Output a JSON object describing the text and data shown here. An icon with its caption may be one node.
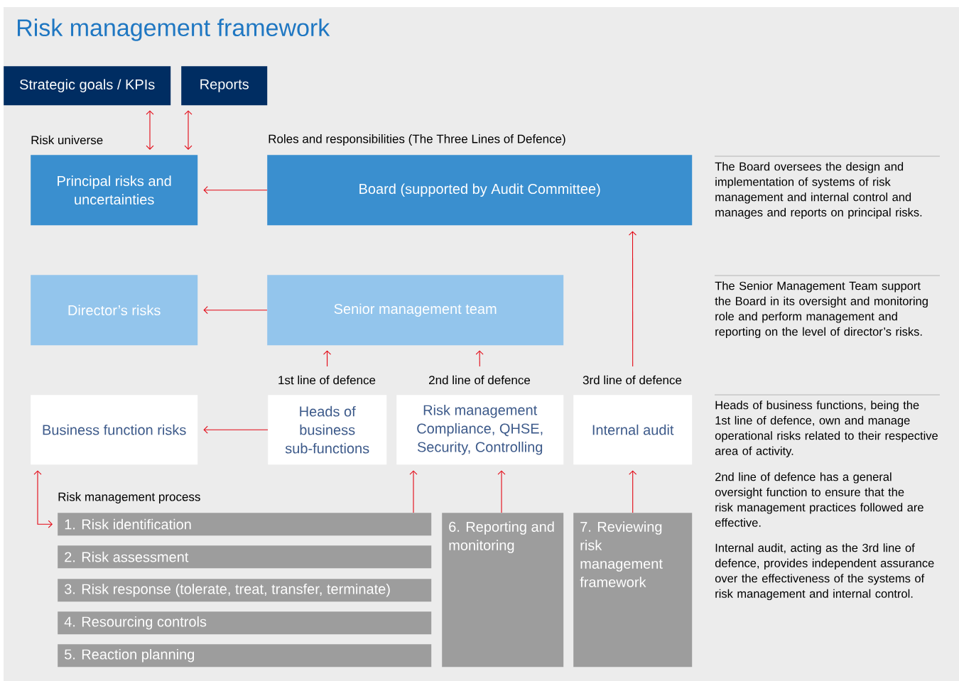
{
  "diagram": {
    "title": "Risk management framework",
    "nodes": [
      {
        "text": [
          "Strategic goals / KPIs"
        ]
      },
      {
        "text": [
          "Reports"
        ]
      },
      {
        "text": [
          "Principal risks and uncertainties"
        ],
        "beside": [
          "Risk universe"
        ]
      },
      {
        "text": [
          "Board (supported by Audit Committee)"
        ],
        "beside": [
          "Roles and responsibilities (The Three Lines of Defence)"
        ]
      },
      {
        "text": [
          "Director’s risks"
        ]
      },
      {
        "text": [
          "Senior management team"
        ]
      },
      {
        "text": [
          "Business function risks"
        ]
      },
      {
        "text": [
          "Heads of business sub-functions"
        ],
        "beside": [
          "1st line of defence"
        ]
      },
      {
        "text": [
          "Risk management Compliance, QHSE, Security, Controlling"
        ],
        "beside": [
          "2nd line of defence"
        ]
      },
      {
        "text": [
          "Internal audit"
        ],
        "beside": [
          "3rd line of defence"
        ]
      },
      {
        "text": [
          "1. Risk identification"
        ],
        "beside": [
          "Risk management process"
        ]
      },
      {
        "text": [
          "2. Risk assessment"
        ]
      },
      {
        "text": [
          "3. Risk response (tolerate, treat, transfer, terminate)"
        ]
      },
      {
        "text": [
          "4. Resourcing controls"
        ]
      },
      {
        "text": [
          "5. Reaction planning"
        ]
      },
      {
        "text": [
          "6. Reporting and monitoring"
        ]
      },
      {
        "text": [
          "7. Reviewing risk management framework"
        ]
      }
    ],
    "edges": [
      {
        "from": 0,
        "to": 2,
        "arrow": "both"
      },
      {
        "from": 1,
        "to": 2,
        "arrow": "both"
      },
      {
        "from": 3,
        "to": 2,
        "arrow": "to"
      },
      {
        "from": 5,
        "to": 4,
        "arrow": "to"
      },
      {
        "from": 7,
        "to": 6,
        "arrow": "to"
      },
      {
        "from": 7,
        "to": 5,
        "arrow": "to"
      },
      {
        "from": 8,
        "to": 5,
        "arrow": "to"
      },
      {
        "from": 9,
        "to": 3,
        "arrow": "to"
      },
      {
        "from": 6,
        "to": 10,
        "arrow": "both"
      },
      {
        "from": 10,
        "to": 8,
        "arrow": "to"
      },
      {
        "from": 15,
        "to": 8,
        "arrow": "to"
      },
      {
        "from": 16,
        "to": 9,
        "arrow": "to"
      }
    ],
    "labels": [
      "The Board oversees the design and implementation of systems of risk management and internal control and manages and reports on principal risks.",
      "The Senior Management Team support the Board in its oversight and monitoring role and perform management and reporting on the level of director’s risks.",
      "Heads of business functions, being the 1st line of defence, own and manage operational risks related to their respective area of activity.",
      "2nd line of defence has a general oversight function to ensure that the risk management practices followed are effective.",
      "Internal audit, acting as the 3rd line of defence, provides independent assurance over the effectiveness of the systems of risk management and internal control."
    ]
  }
}
